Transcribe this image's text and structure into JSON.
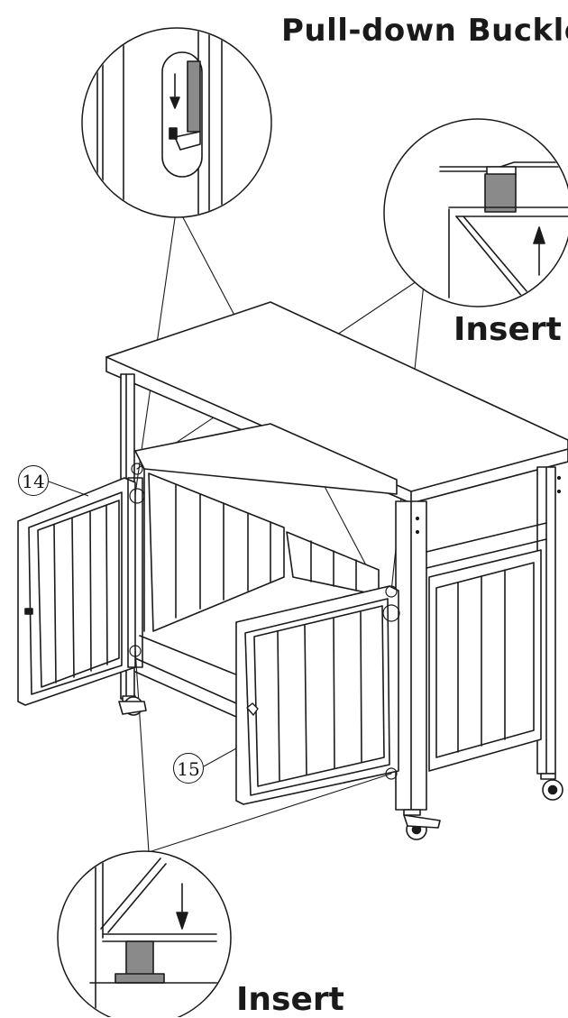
{
  "title": "Pull-down Buckle",
  "callouts": {
    "insert_top": "Insert",
    "insert_bottom": "Insert"
  },
  "part_numbers": {
    "left_door": "14",
    "front_door": "15"
  },
  "colors": {
    "line": "#1a1a1a",
    "gray_fill": "#8a8a8a",
    "background": "#ffffff"
  }
}
